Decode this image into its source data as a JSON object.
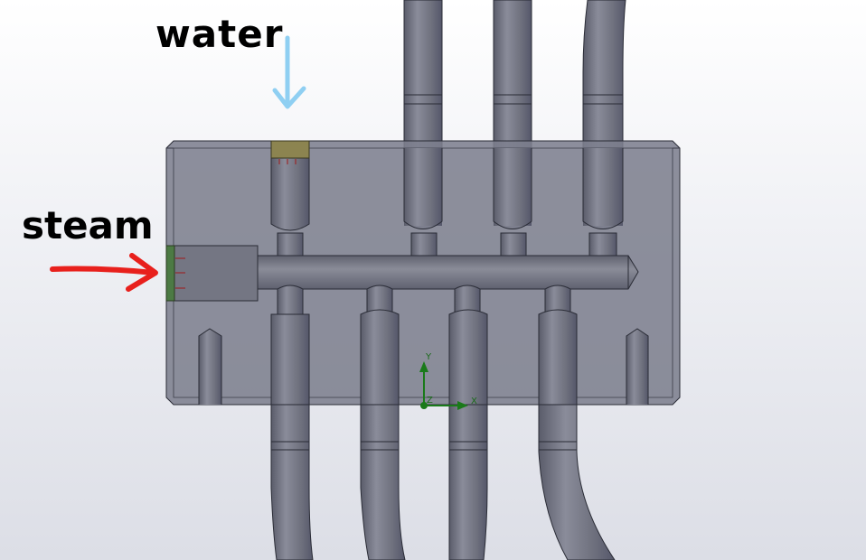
{
  "annotations": {
    "water_label": "water",
    "steam_label": "steam"
  },
  "triad": {
    "x": "X",
    "y": "Y",
    "z": "Z"
  },
  "colors": {
    "body": "#7c7e8e",
    "pipe": "#6d707f",
    "water_arrow": "#8fcff2",
    "steam_arrow": "#e8201c",
    "water_face": "#8c8450",
    "steam_face": "#4c7a44",
    "triad": "#1a7a1a"
  }
}
